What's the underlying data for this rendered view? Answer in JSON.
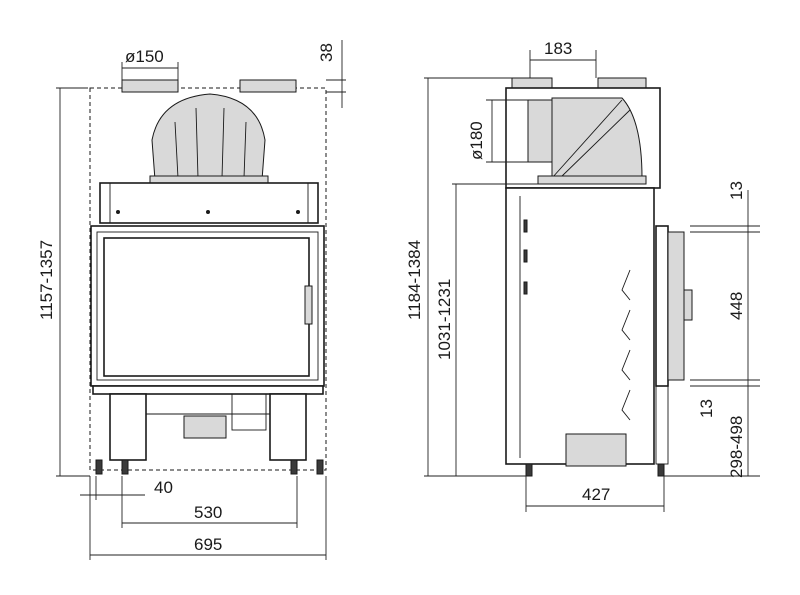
{
  "dimensions": {
    "front_flue_diameter": "ø150",
    "front_top_offset": "38",
    "front_height": "1157-1357",
    "front_leg_offset": "40",
    "front_inner_width": "530",
    "front_total_width": "695",
    "side_flue_width": "183",
    "side_flue_diameter": "ø180",
    "side_total_height": "1184-1384",
    "side_inner_height": "1031-1231",
    "side_depth": "427",
    "side_frame_top": "13",
    "side_door_height": "448",
    "side_frame_bottom": "13",
    "side_base_height": "298-498"
  },
  "colors": {
    "line": "#1a1a1a",
    "glass_fill": "#3a3a3a",
    "shade_fill": "#d9d9d9"
  }
}
